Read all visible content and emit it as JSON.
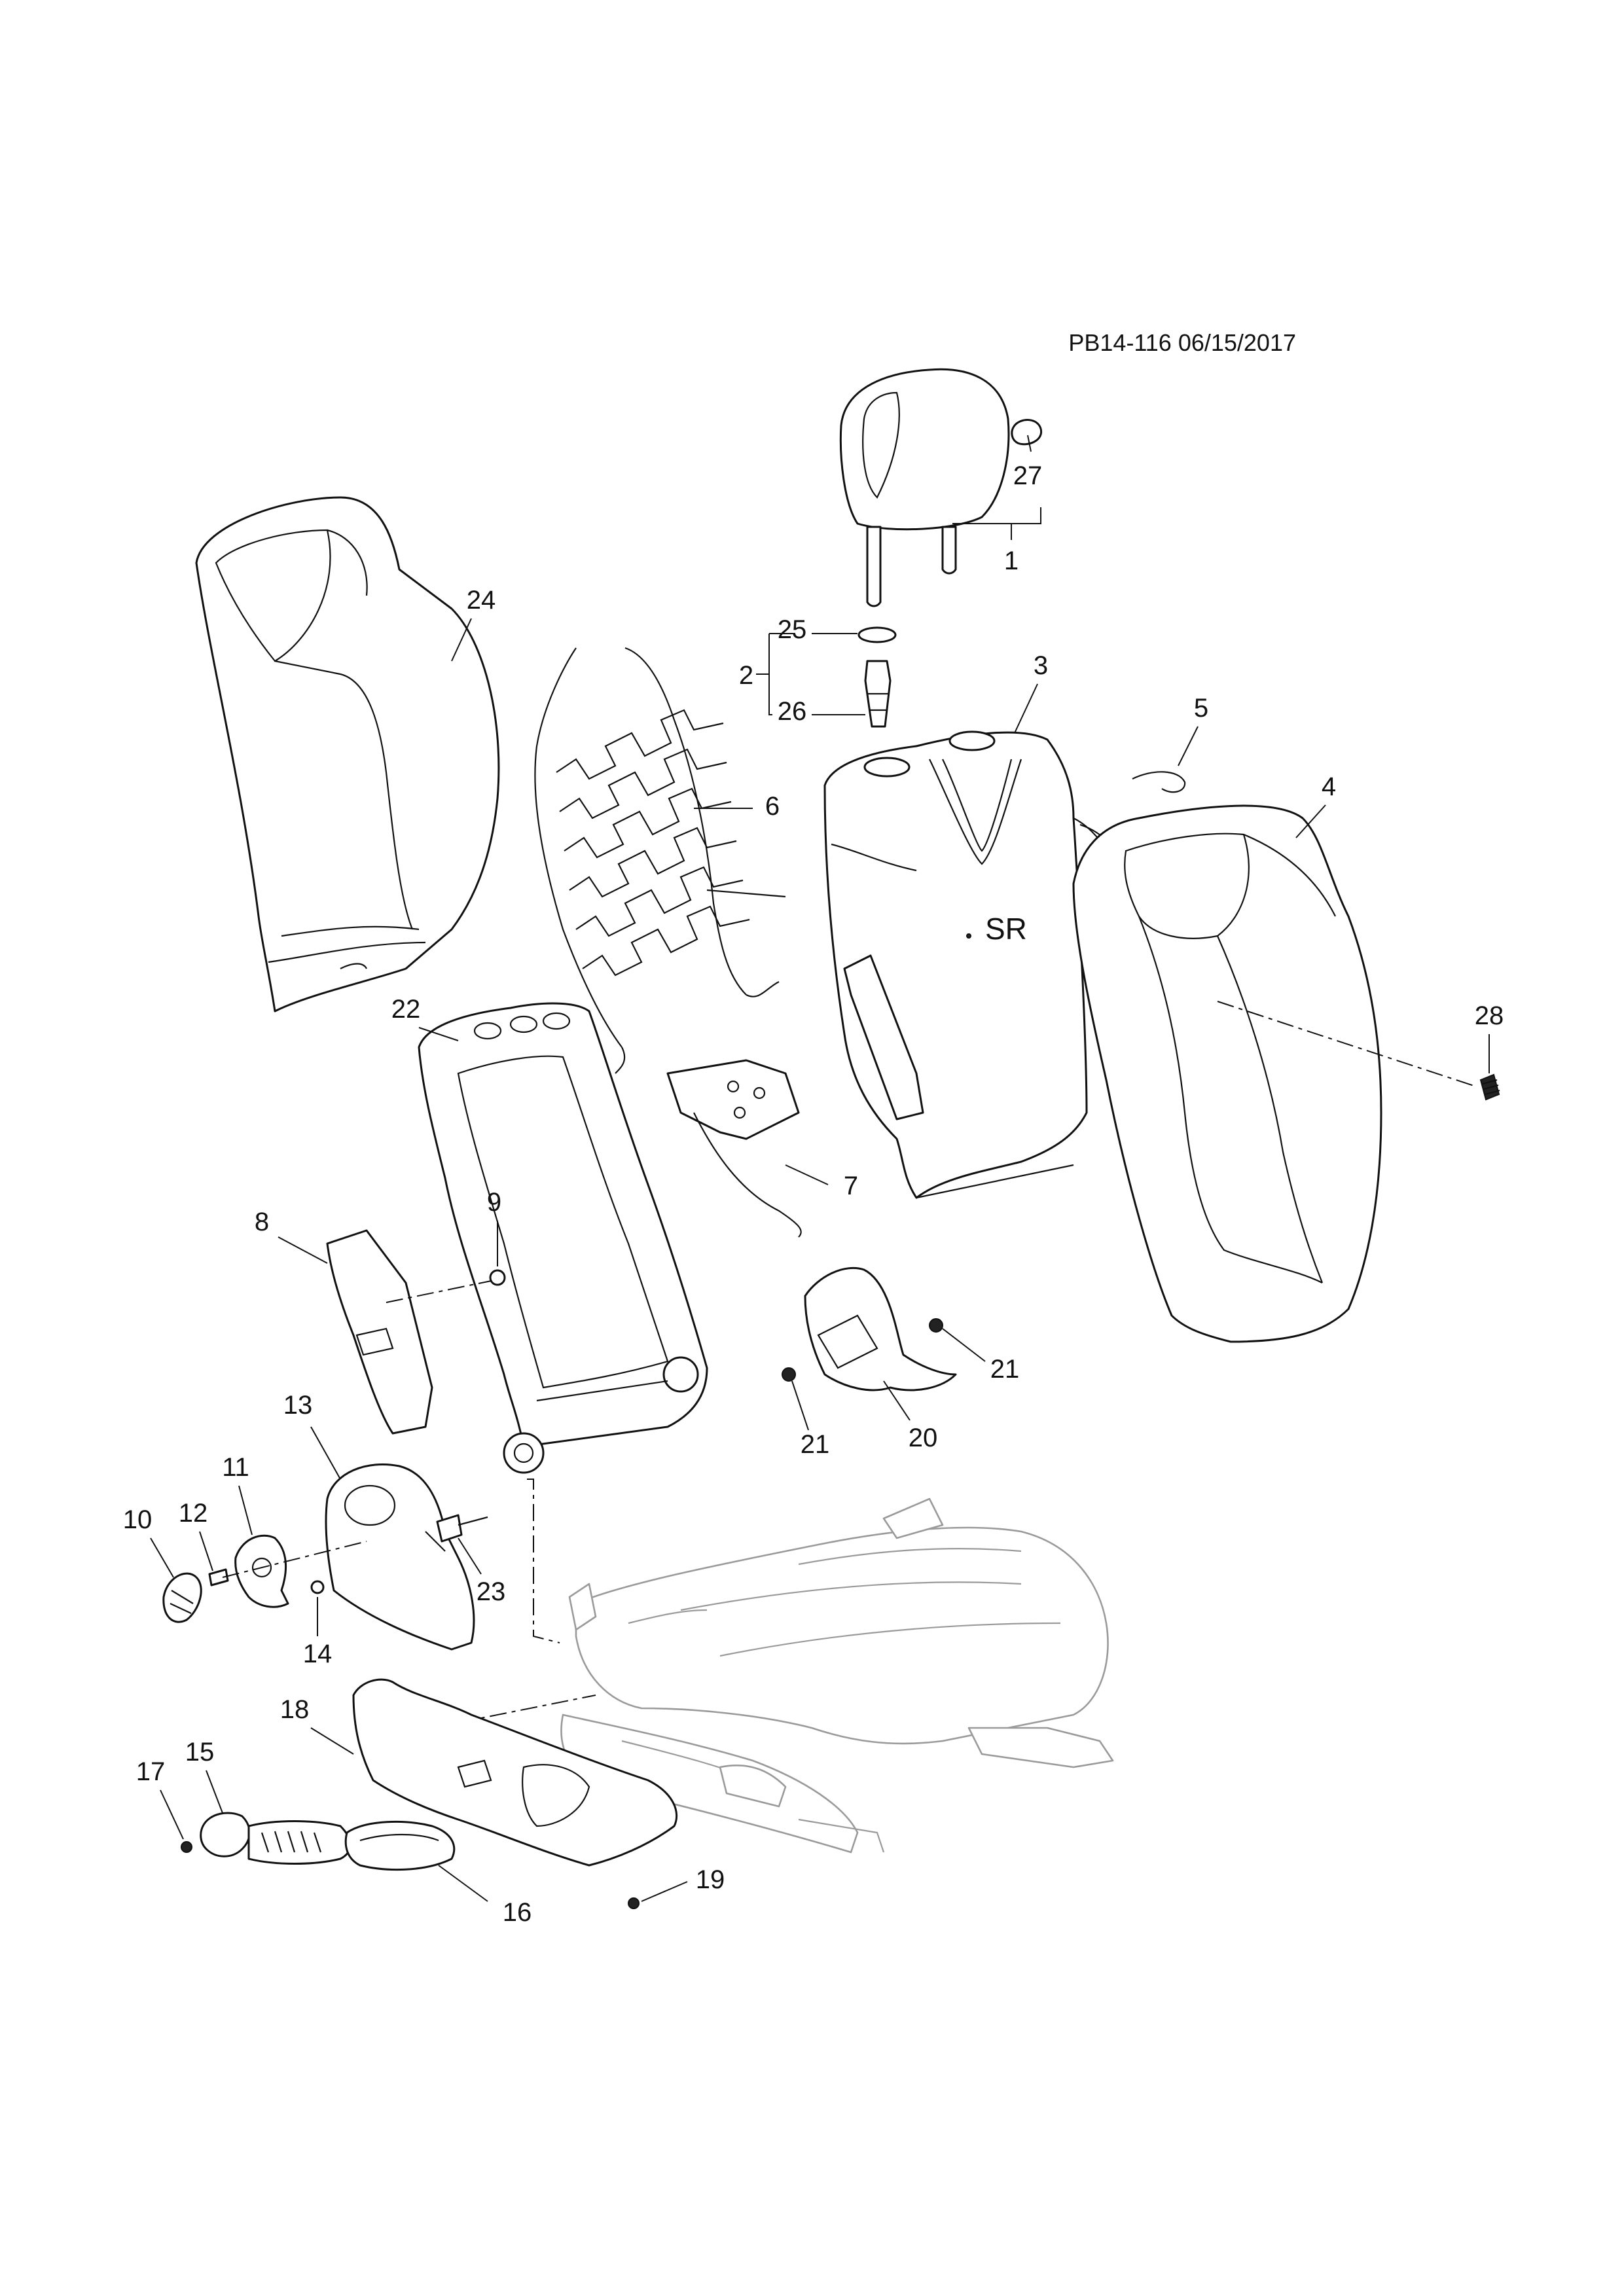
{
  "reference": "PB14-116 06/15/2017",
  "callouts": {
    "c1": "1",
    "c2": "2",
    "c3": "3",
    "c4": "4",
    "c5": "5",
    "c6": "6",
    "c7": "7",
    "c8": "8",
    "c9": "9",
    "c10": "10",
    "c11": "11",
    "c12": "12",
    "c13": "13",
    "c14": "14",
    "c15": "15",
    "c16": "16",
    "c17": "17",
    "c18": "18",
    "c19": "19",
    "c20": "20",
    "c21a": "21",
    "c21b": "21",
    "c22": "22",
    "c23": "23",
    "c24": "24",
    "c25": "25",
    "c26": "26",
    "c27": "27",
    "c28": "28"
  },
  "badge": "SR"
}
